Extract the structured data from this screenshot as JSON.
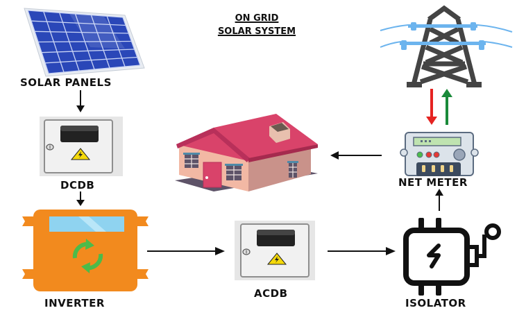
{
  "title": {
    "line1": "ON GRID",
    "line2": "SOLAR SYSTEM"
  },
  "components": {
    "solar_panels": {
      "label": "SOLAR PANELS",
      "icon": "solar-panel-icon"
    },
    "dcdb": {
      "label": "DCDB",
      "icon": "distribution-box-icon"
    },
    "inverter": {
      "label": "INVERTER",
      "icon": "inverter-icon"
    },
    "acdb": {
      "label": "ACDB",
      "icon": "distribution-box-icon"
    },
    "isolator": {
      "label": "ISOLATOR",
      "icon": "isolator-icon"
    },
    "net_meter": {
      "label": "NET METER",
      "icon": "electric-meter-icon"
    },
    "house": {
      "label": "",
      "icon": "house-icon"
    },
    "grid": {
      "label": "",
      "icon": "transmission-tower-icon"
    }
  },
  "flow": [
    {
      "from": "solar_panels",
      "to": "dcdb"
    },
    {
      "from": "dcdb",
      "to": "inverter"
    },
    {
      "from": "inverter",
      "to": "acdb"
    },
    {
      "from": "acdb",
      "to": "isolator"
    },
    {
      "from": "isolator",
      "to": "net_meter"
    },
    {
      "from": "net_meter",
      "to": "house"
    },
    {
      "from": "grid",
      "to": "net_meter",
      "color": "#e52321"
    },
    {
      "from": "net_meter",
      "to": "grid",
      "color": "#1a8a3a"
    }
  ],
  "colors": {
    "panel_blue": "#2a47b8",
    "inverter_orange": "#f28a1e",
    "inverter_arrows_green": "#4cbb4a",
    "screen_blue": "#8fd3f0",
    "house_roof": "#d9436a",
    "house_wall": "#f2b8a4",
    "tower_gray": "#444444",
    "wire_blue": "#6cb4ee",
    "import_red": "#e52321",
    "export_green": "#1a8a3a",
    "warning_yellow": "#f5d90a"
  }
}
